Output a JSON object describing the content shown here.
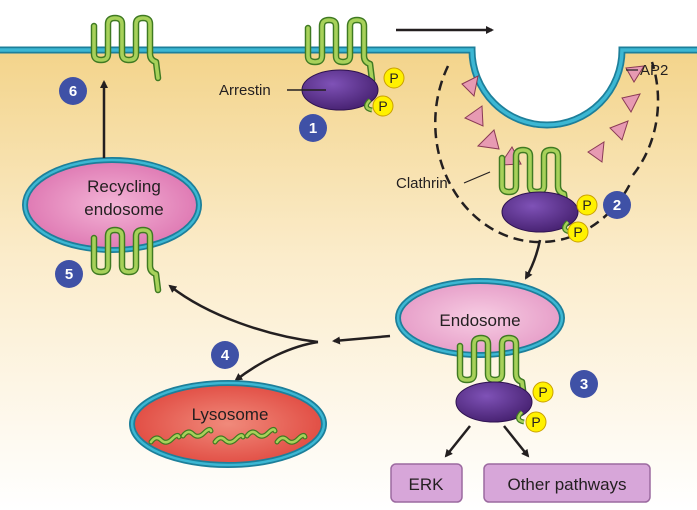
{
  "labels": {
    "arrestin": "Arrestin",
    "ap2": "AP2",
    "clathrin": "Clathrin",
    "recycling_endosome_line1": "Recycling",
    "recycling_endosome_line2": "endosome",
    "endosome": "Endosome",
    "lysosome": "Lysosome",
    "erk": "ERK",
    "other_pathways": "Other pathways",
    "phosphate": "P"
  },
  "steps": [
    "1",
    "2",
    "3",
    "4",
    "5",
    "6"
  ],
  "colors": {
    "cytoplasm_top": "#f6d996",
    "cytoplasm_bottom": "#ffffff",
    "membrane": "#29a3bf",
    "receptor": "#8cc640",
    "arrestin": "#5a2d91",
    "phosphate": "#fff100",
    "step_badge": "#3f51a6",
    "ap2": "#e8a0b6",
    "recycling_endosome": "#e07fb5",
    "endosome": "#e8a3cb",
    "lysosome": "#e8564e",
    "pathway_box": "#d7a6d9"
  },
  "icons": [
    "gpcr-receptor-icon",
    "arrestin-icon",
    "phosphate-icon",
    "arrow-icon"
  ]
}
